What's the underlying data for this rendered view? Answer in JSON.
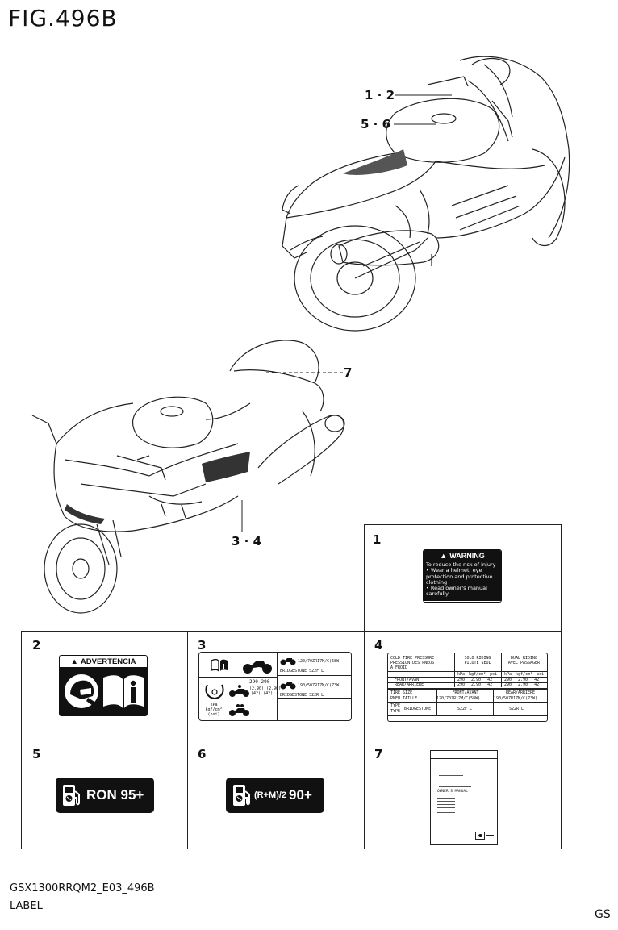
{
  "figure": {
    "title": "FIG.496B",
    "code": "GSX1300RRQM2_E03_496B",
    "caption": "LABEL",
    "corner_mark": "GS"
  },
  "callouts": {
    "c12": "1 · 2",
    "c56": "5 · 6",
    "c7": "7",
    "c34": "3 · 4"
  },
  "cells": {
    "n1": "1",
    "n2": "2",
    "n3": "3",
    "n4": "4",
    "n5": "5",
    "n6": "6",
    "n7": "7"
  },
  "label1": {
    "heading": "WARNING",
    "lines": [
      "To reduce the risk of injury",
      "• Wear a helmet, eye",
      "  protection and protective",
      "  clothing",
      "• Read owner's manual",
      "  carefully"
    ]
  },
  "label2": {
    "heading": "ADVERTENCIA"
  },
  "label3": {
    "front_tire": "120/70ZR17M/C(58W)",
    "front_brand": "BRIDGESTONE S22F L",
    "rear_tire": "190/50ZR17M/C(73W)",
    "rear_brand": "BRIDGESTONE S22R L",
    "kpa_unit": "kPa",
    "kgf_unit": "kgf/cm²",
    "psi_unit": "(psi)",
    "val_a": "290",
    "val_b": "290",
    "val_c": "(2.90)",
    "val_d": "(2.90)",
    "val_e": "(42)",
    "val_f": "(42)"
  },
  "label4": {
    "h1": "COLD TIRE PRESSURE",
    "h2": "PRESSION DES PNEUS",
    "h3": "À FROID",
    "solo": "SOLO RIDING",
    "solo2": "PILOTE SEUL",
    "dual": "DUAL RIDING",
    "dual2": "AVEC PASSAGER",
    "front": "FRONT/AVANT",
    "rear": "REAR/ARRIÈRE",
    "kpa": "kPa",
    "kgf": "kgf/cm²",
    "psi": "psi",
    "v290": "290",
    "v290b": "2.90",
    "v42": "42",
    "tire_size": "TIRE SIZE",
    "pneu_taille": "PNEU TAILLE",
    "front_avant": "FRONT/AVANT",
    "rear_arriere": "REAR/ARRIÈRE",
    "front_size": "120/70ZR17M/C(58W)",
    "rear_size": "190/50ZR17M/C(73W)",
    "type": "TYPE",
    "type2": "TYPE",
    "brand": "BRIDGESTONE",
    "s22f": "S22F L",
    "s22r": "S22R L"
  },
  "label5": {
    "text": "RON 95+"
  },
  "label6": {
    "prefix": "(R+M)/2",
    "value": "90+"
  },
  "label7": {
    "title": "OWNER'S MANUAL"
  }
}
